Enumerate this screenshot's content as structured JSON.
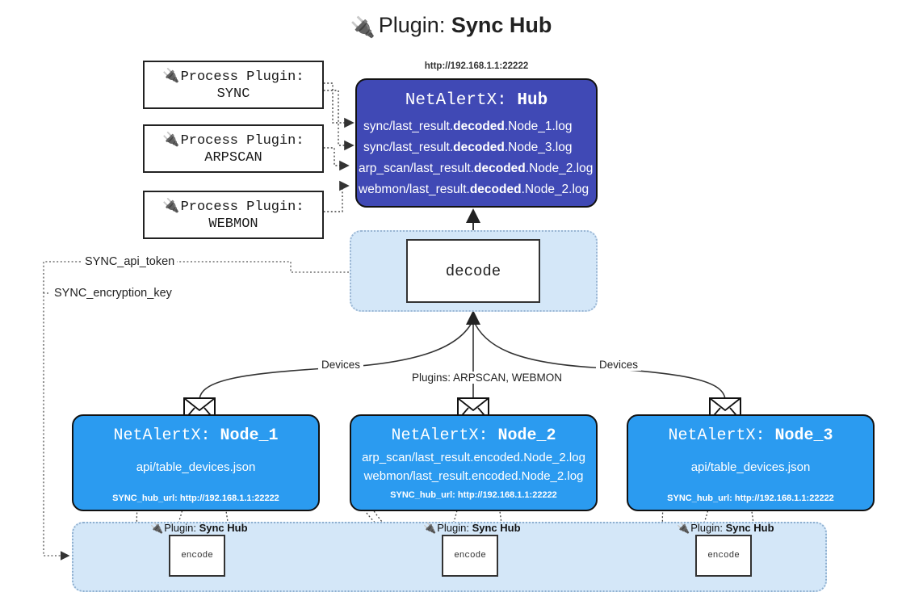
{
  "title": {
    "icon": "plug-icon",
    "prefix": "Plugin:",
    "name": "Sync Hub"
  },
  "process_plugins": [
    {
      "icon": "plug-icon",
      "label": "Process Plugin:",
      "name": "SYNC"
    },
    {
      "icon": "plug-icon",
      "label": "Process Plugin:",
      "name": "ARPSCAN"
    },
    {
      "icon": "plug-icon",
      "label": "Process Plugin:",
      "name": "WEBMON"
    }
  ],
  "hub": {
    "url": "http://192.168.1.1:22222",
    "app": "NetAlertX:",
    "name": "Hub",
    "lines": [
      {
        "pre": "sync/last_result.",
        "em": "decoded",
        "post": ".Node_1.log"
      },
      {
        "pre": "sync/last_result.",
        "em": "decoded",
        "post": ".Node_3.log"
      },
      {
        "pre": "arp_scan/last_result.",
        "em": "decoded",
        "post": ".Node_2.log"
      },
      {
        "pre": "webmon/last_result.",
        "em": "decoded",
        "post": ".Node_2.log"
      }
    ]
  },
  "decode": {
    "label": "decode"
  },
  "keys": {
    "api_token": "SYNC_api_token",
    "encryption_key": "SYNC_encryption_key"
  },
  "edge_labels": {
    "devices_left": "Devices",
    "devices_right": "Devices",
    "plugins": "Plugins: ARPSCAN, WEBMON"
  },
  "nodes": [
    {
      "app": "NetAlertX:",
      "name": "Node_1",
      "lines": [
        "api/table_devices.json"
      ],
      "hub_url": "SYNC_hub_url: http://192.168.1.1:22222",
      "envelope_icon": "envelope-icon"
    },
    {
      "app": "NetAlertX:",
      "name": "Node_2",
      "lines": [
        "arp_scan/last_result.encoded.Node_2.log",
        "webmon/last_result.encoded.Node_2.log"
      ],
      "hub_url": "SYNC_hub_url: http://192.168.1.1:22222",
      "envelope_icon": "envelope-icon"
    },
    {
      "app": "NetAlertX:",
      "name": "Node_3",
      "lines": [
        "api/table_devices.json"
      ],
      "hub_url": "SYNC_hub_url: http://192.168.1.1:22222",
      "envelope_icon": "envelope-icon"
    }
  ],
  "encoders": [
    {
      "icon": "plug-icon",
      "prefix": "Plugin:",
      "name": "Sync Hub",
      "box_label": "encode"
    },
    {
      "icon": "plug-icon",
      "prefix": "Plugin:",
      "name": "Sync Hub",
      "box_label": "encode"
    },
    {
      "icon": "plug-icon",
      "prefix": "Plugin:",
      "name": "Sync Hub",
      "box_label": "encode"
    }
  ],
  "colors": {
    "hub_fill": "#4049B5",
    "node_fill": "#2B9BF0",
    "band_fill": "#D4E7F8",
    "stroke": "#111111",
    "text_light": "#FFFFFF"
  }
}
